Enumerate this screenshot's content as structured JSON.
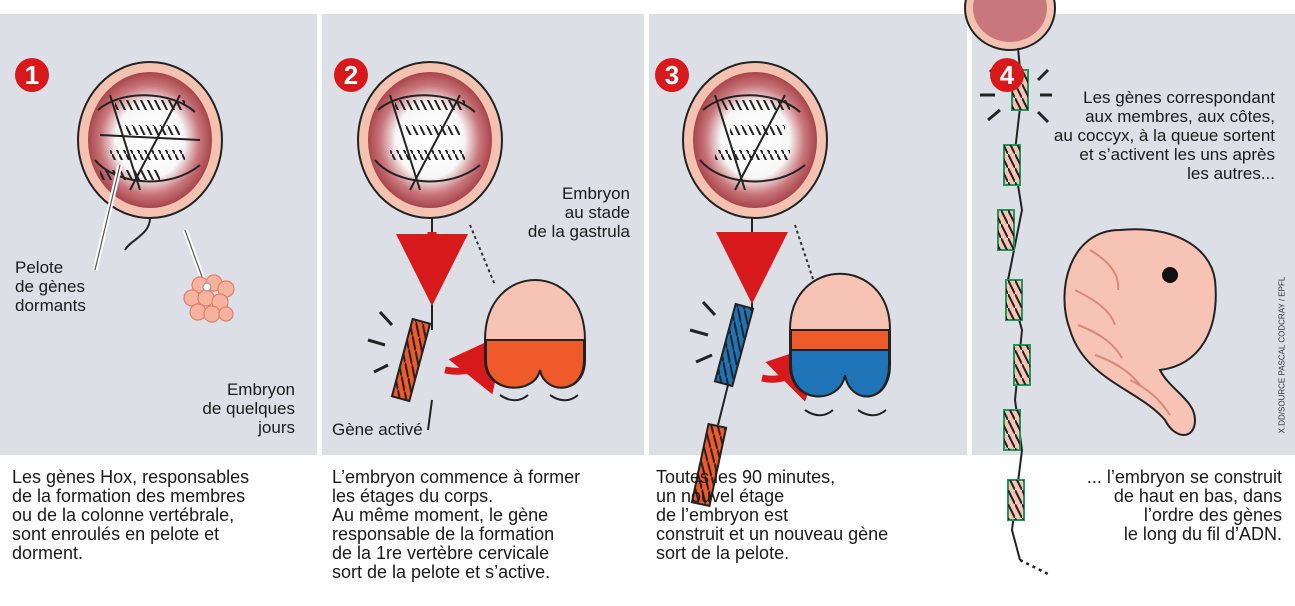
{
  "steps": [
    {
      "number": "1",
      "labels": {
        "dormant_cluster": "Pelote\nde gènes\ndormants",
        "embryo_age": "Embryon\nde quelques\njours"
      },
      "caption": "Les gènes Hox, responsables\nde la formation des membres\nou de la colonne vertébrale,\nsont enroulés en pelote et\ndorment."
    },
    {
      "number": "2",
      "labels": {
        "gastrula": "Embryon\nau stade\nde la gastrula",
        "activated_gene": "Gène activé"
      },
      "caption": "L’embryon commence à former\nles étages du corps.\nAu même moment, le gène\nresponsable de la formation\nde la 1re vertèbre cervicale\nsort de la pelote et s’active."
    },
    {
      "number": "3",
      "caption": "      Toutes les 90 minutes,\n      un nouvel étage\n      de l’embryon est\nconstruit et un nouveau gène\nsort de la pelote."
    },
    {
      "number": "4",
      "text": "Les gènes correspondant\naux membres, aux côtes,\nau coccyx, à la queue sortent\net s’activent les uns après\nles autres...",
      "caption": "... l’embryon se construit\nde haut en bas, dans\nl’ordre des gènes\nle long du fil d’ADN."
    }
  ],
  "credit": "X.DD/SOURCE PASCAL CODCRAY / EPFL",
  "colors": {
    "panel_bg": "#dcdfe6",
    "red": "#d7191c",
    "orange": "#ef5a2b",
    "blue": "#1f74b8",
    "pink": "#f6c3b4",
    "dark_pink": "#b5585c",
    "green": "#1c9a5c"
  }
}
